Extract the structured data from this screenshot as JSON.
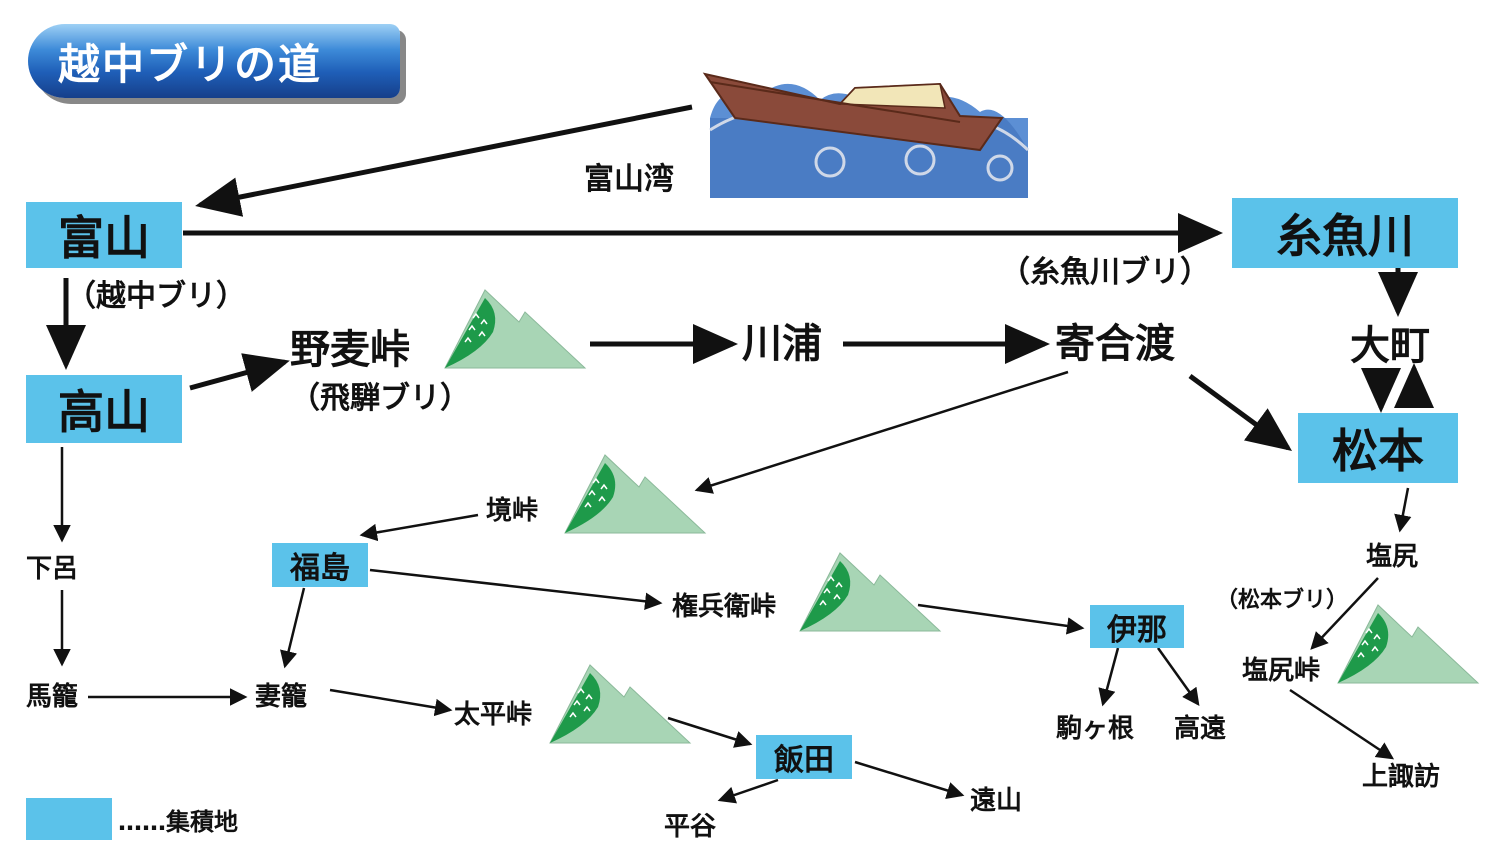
{
  "title": "越中ブリの道",
  "colors": {
    "collection_box": "#5bc2ea",
    "mountain": "#a8d5b5",
    "mountain_dark": "#1e9a4a",
    "arrow": "#111111"
  },
  "nodes": {
    "toyama": "富山",
    "toyama_bay": "富山湾",
    "itoigawa": "糸魚川",
    "itoigawa_buri": "（糸魚川ブリ）",
    "etchu_buri": "（越中ブリ）",
    "takayama": "高山",
    "nomugi": "野麦峠",
    "hida_buri": "（飛騨ブリ）",
    "kawaura": "川浦",
    "yoriaido": "寄合渡",
    "omachi": "大町",
    "matsumoto": "松本",
    "sakaitoge": "境峠",
    "fukushima": "福島",
    "gero": "下呂",
    "gonbei": "権兵衛峠",
    "ina": "伊那",
    "shiojiri": "塩尻",
    "matsumoto_buri": "（松本ブリ）",
    "shiojiritoge": "塩尻峠",
    "maze": "馬籠",
    "tsumago": "妻籠",
    "taihei": "太平峠",
    "komagane": "駒ヶ根",
    "takato": "高遠",
    "iida": "飯田",
    "hiraya": "平谷",
    "toyama_mt": "遠山",
    "kamisuwa": "上諏訪"
  },
  "legend": {
    "label": "……集積地"
  }
}
